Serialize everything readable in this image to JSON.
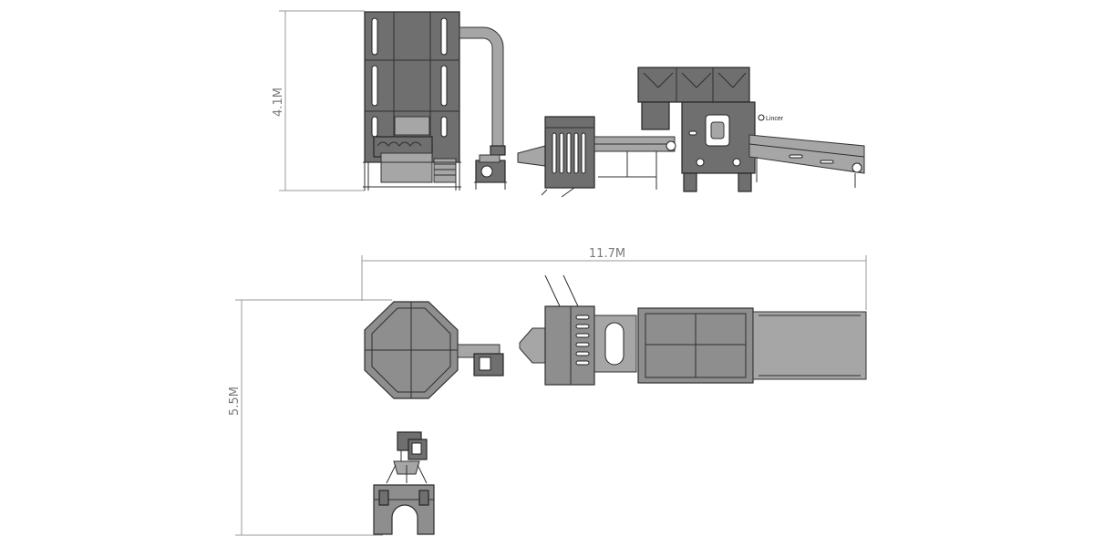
{
  "dimensions": {
    "height": "4.1M",
    "length": "11.7M",
    "width": "5.5M"
  },
  "brand": "Lincer",
  "colors": {
    "machine": "#8e8e8e",
    "machine_dark": "#6f6f6f",
    "outline": "#2f2f2f",
    "dimension_line": "#9a9a9a",
    "dimension_text": "#7a7a7a"
  }
}
